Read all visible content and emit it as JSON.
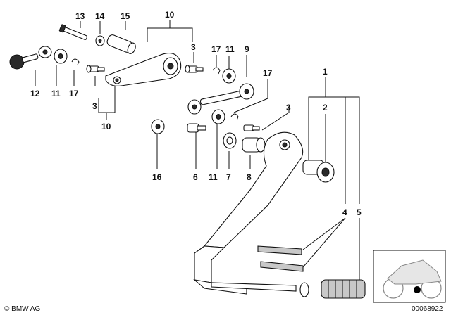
{
  "callouts": {
    "c13": "13",
    "c14": "14",
    "c15": "15",
    "c10_top": "10",
    "c3_top": "3",
    "c17_top": "17",
    "c11_top": "11",
    "c9": "9",
    "c12": "12",
    "c11_left": "11",
    "c17_left": "17",
    "c3_left": "3",
    "c10_bottom": "10",
    "c17_mid": "17",
    "c1": "1",
    "c3_right": "3",
    "c2": "2",
    "c16": "16",
    "c6": "6",
    "c11_bottom": "11",
    "c7": "7",
    "c8": "8",
    "c4": "4",
    "c5": "5"
  },
  "footer": {
    "copyright": "© BMW AG",
    "image_number": "00068922"
  },
  "colors": {
    "line": "#111111",
    "shade": "#c8c8c8",
    "background": "#ffffff"
  }
}
